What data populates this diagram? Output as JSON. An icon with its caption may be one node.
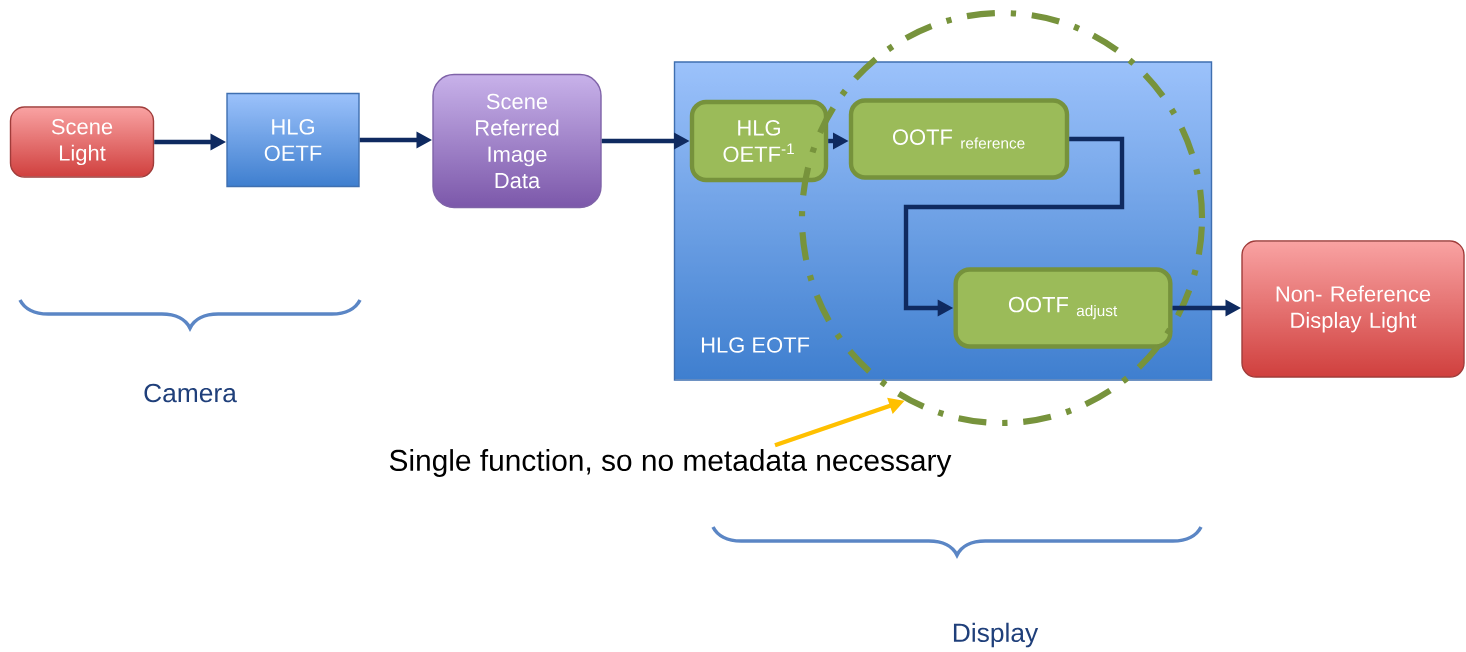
{
  "diagram": {
    "nodes": [
      {
        "text": [
          "Scene Light"
        ]
      },
      {
        "text": [
          "HLG OETF"
        ]
      },
      {
        "text": [
          "Scene Referred Image Data"
        ]
      },
      {
        "text": [
          "HLG EOTF"
        ]
      },
      {
        "text": [
          "HLG OETF$^{-1}$"
        ],
        "in": 3
      },
      {
        "text": [
          "\\mathrm{OOTF}\\ _{\\mathrm{reference}}"
        ],
        "in": 3
      },
      {
        "text": [
          "\\mathrm{OOTF}\\ _{\\mathrm{adjust}}"
        ],
        "in": 3
      },
      {
        "text": [
          "Non- Reference Display Light"
        ]
      },
      {
        "text": [
          "Single function, so no metadata necessary"
        ]
      }
    ],
    "edges": [
      {
        "from": 0,
        "to": 1,
        "arrow": "to"
      },
      {
        "from": 1,
        "to": 2,
        "arrow": "to"
      },
      {
        "from": 2,
        "to": 4,
        "arrow": "to"
      },
      {
        "from": 4,
        "to": 5,
        "arrow": "to"
      },
      {
        "from": 5,
        "to": 6,
        "arrow": "to"
      },
      {
        "from": 6,
        "to": 7,
        "arrow": "to"
      },
      {
        "from": 8,
        "to": null,
        "arrow": "to",
        "color": "#ffc000"
      }
    ],
    "labels": [
      "Camera",
      "Display"
    ]
  }
}
